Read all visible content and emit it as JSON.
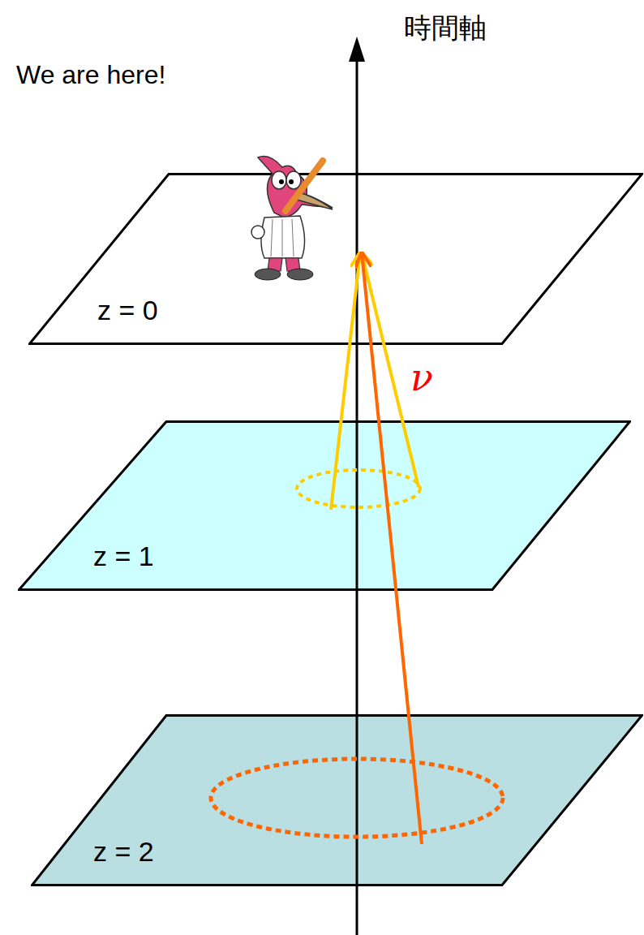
{
  "diagram": {
    "nodes": [
      {
        "text": [
          "z = 0"
        ]
      },
      {
        "text": [
          "z = 1"
        ]
      },
      {
        "text": [
          "z = 2"
        ]
      }
    ],
    "labels": [
      "時間軸",
      "We are here!",
      "ν"
    ]
  }
}
